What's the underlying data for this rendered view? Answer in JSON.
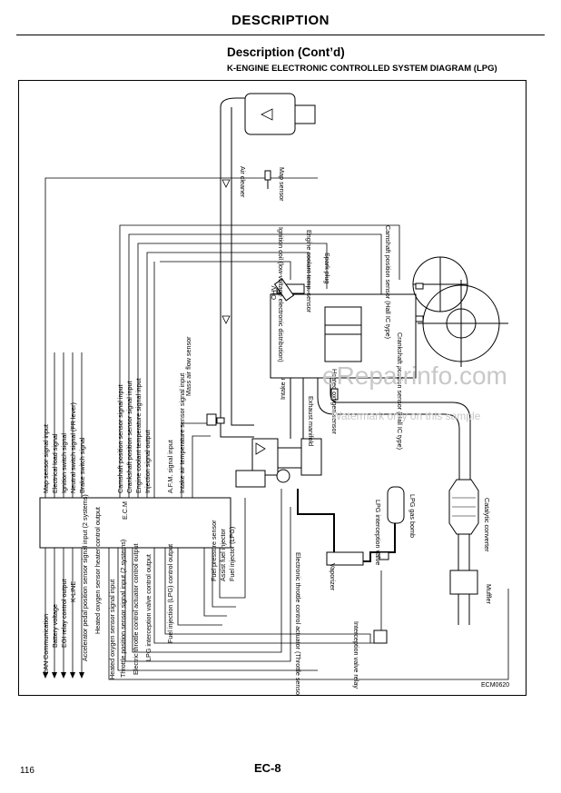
{
  "page": {
    "header": "DESCRIPTION",
    "section_title": "Description (Cont’d)",
    "diagram_title": "K-ENGINE ELECTRONIC CONTROLLED SYSTEM DIAGRAM (LPG)",
    "page_number": "116",
    "footer_code": "EC-8"
  },
  "figure": {
    "code": "ECM0620"
  },
  "watermark": {
    "site": "eRepairinfo.com",
    "note": "Watermark only on this sample"
  },
  "ecm": {
    "label": "E.C.M"
  },
  "inputs_top": [
    "Map sensor signal input",
    "Electrical load signal",
    "Ignition switch signal",
    "Neutral switch signal (FR lever)",
    "Brake switch signal",
    "Camshaft position sensor signal input",
    "Crankshaft position sensor signal input",
    "Engine coolant temperature signal input",
    "Injection signal output",
    "A.F.M. signal input",
    "Intake air temperature sensor signal input"
  ],
  "outputs_bottom": [
    "CAN Communication",
    "Battery voltage",
    "EGI relay control output",
    "K-LINE",
    "Accelerator pedal position sensor signal input (2 systems)",
    "Heated oxygen sensor heater control output",
    "Heated oxygen sensor signal input",
    "Throttle position sensor signal input (2 systems)",
    "Electric throttle control actuator control output",
    "LPG interception valve control output",
    "Fuel injection (LPG) control output",
    "Fuel pressure sensor",
    "Assist fuel injector",
    "Fuel injector (LPG)"
  ],
  "components": {
    "air_cleaner": "Air cleaner",
    "map_sensor": "Map sensor",
    "ignition_coil": "Ignition coil (low-voltage electronic distribution)",
    "engine_coolant_sensor": "Engine coolant temp. sensor",
    "spark_plug": "Spark plug",
    "camshaft_sensor": "Camshaft position sensor (Hall IC type)",
    "crankshaft_sensor": "Crankshaft position sensor (Hall IC type)",
    "ohv": "OHV",
    "mass_air_flow": "Mass air flow sensor",
    "intake_manifold": "Intake manifold",
    "exhaust_manifold": "Exhaust manifold",
    "heated_oxygen": "Heated oxygen sensor",
    "catalytic_converter": "Catalytic converter",
    "muffler": "Muffler",
    "lpg_gas_bomb": "LPG gas bomb",
    "lpg_interception_valve": "LPG interception valve",
    "vaporizer": "Vaporizer",
    "throttle_actuator": "Electronic throttle control actuator (Throttle sensor, dual)",
    "interception_valve_relay": "Interception valve relay"
  }
}
